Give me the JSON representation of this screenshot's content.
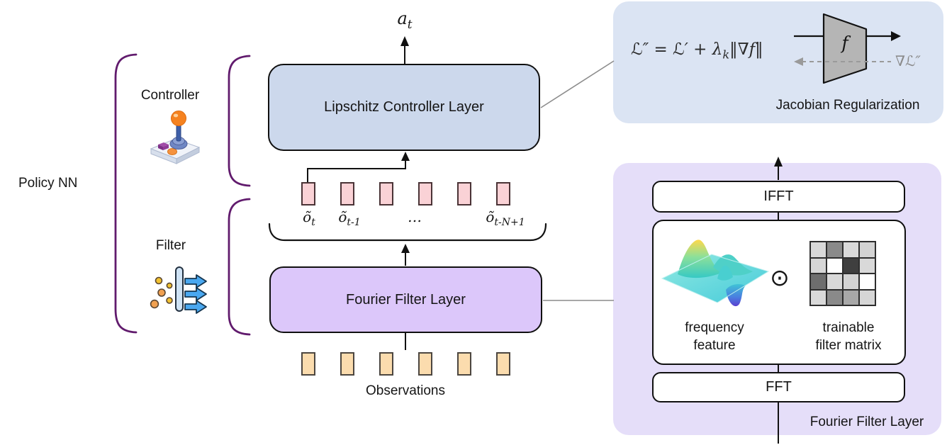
{
  "diagram": {
    "policy_label": "Policy NN",
    "controller_label": "Controller",
    "filter_label": "Filter",
    "action_label": "a_{t}",
    "lipschitz_box_label": "Lipschitz Controller Layer",
    "fourier_box_label": "Fourier Filter Layer",
    "filtered_tokens": [
      "õ_{t}",
      "õ_{t-1}",
      "…",
      "õ_{t-N+1}"
    ],
    "observations_label": "Observations",
    "token_count": 6,
    "filtered_token_color": "#fad2d6",
    "filtered_token_border": "#4a3336",
    "observation_token_color": "#fbdcae",
    "observation_token_border": "#4c4640",
    "lipschitz_fill": "#ccd8ec",
    "fourier_fill": "#dcc7fa",
    "bracket_color": "#611b6d"
  },
  "jacobian_panel": {
    "bg": "#dbe4f3",
    "formula": "ℒ″ = ℒ′ + λ_{k}‖∇f‖",
    "f_label": "f",
    "grad_label": "∇ℒ″",
    "caption": "Jacobian Regularization"
  },
  "fourier_panel": {
    "bg": "#e5def9",
    "ifft_label": "IFFT",
    "fft_label": "FFT",
    "odot_symbol": "⊙",
    "freq_caption_line1": "frequency",
    "freq_caption_line2": "feature",
    "matrix_caption_line1": "trainable",
    "matrix_caption_line2": "filter matrix",
    "caption": "Fourier Filter Layer",
    "matrix_cells": [
      "#d9d9d9",
      "#8a8a8a",
      "#d9d9d9",
      "#d3d3d3",
      "#d6d6d6",
      "#ffffff",
      "#3f3f3f",
      "#d9d9d9",
      "#6e6e6e",
      "#d9d9d9",
      "#d3d3d3",
      "#ffffff",
      "#d9d9d9",
      "#8a8a8a",
      "#a8a8a8",
      "#d6d6d6"
    ]
  }
}
